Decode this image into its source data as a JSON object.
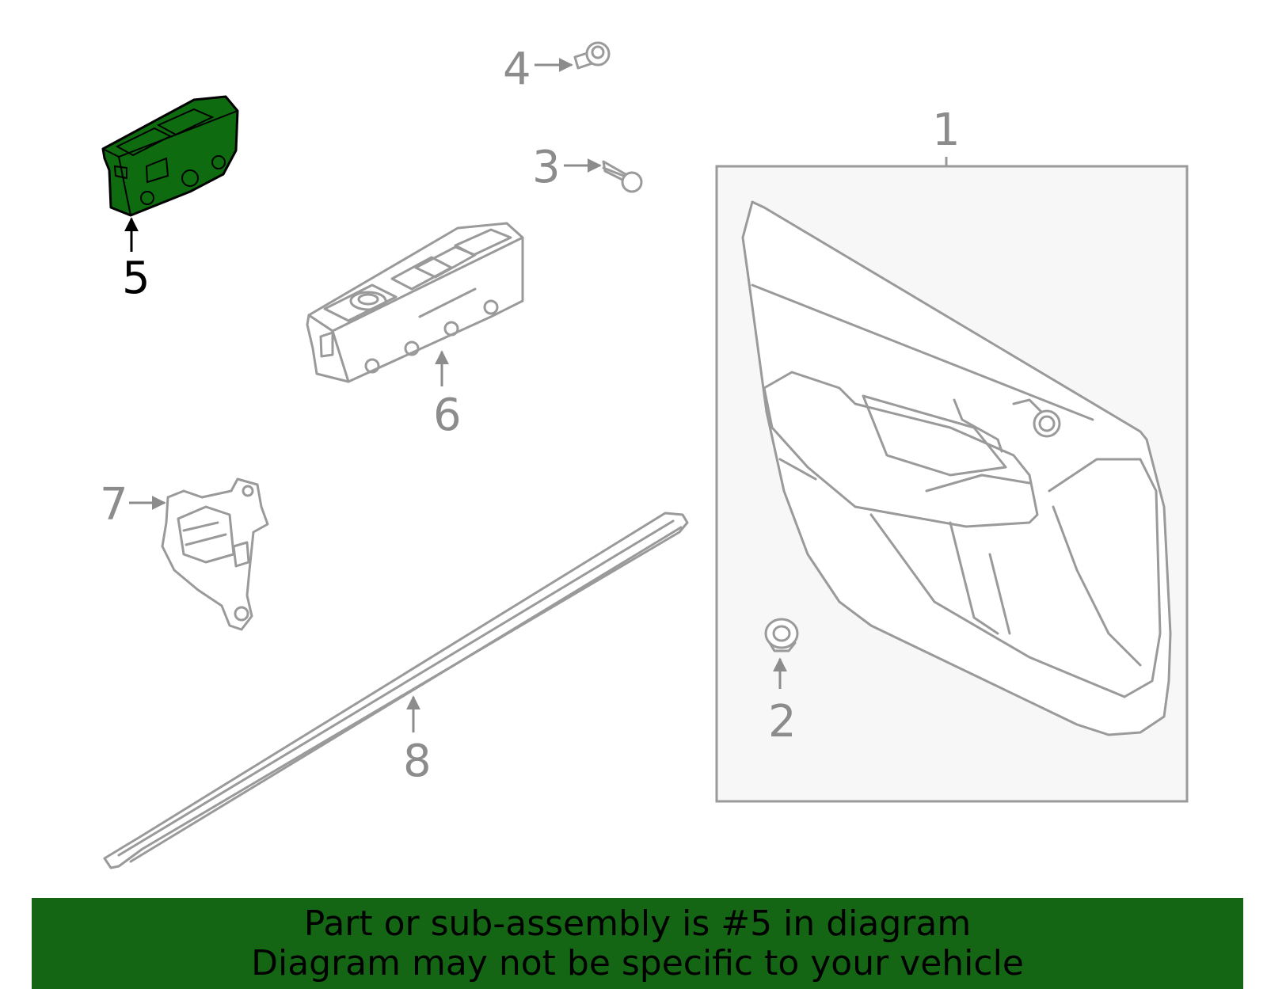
{
  "diagram": {
    "callouts": [
      "1",
      "2",
      "3",
      "4",
      "5",
      "6",
      "7",
      "8"
    ],
    "highlighted_part": "5",
    "colors": {
      "highlight_fill": "#0f6b0f",
      "parts_stroke": "#9a9a9a",
      "callout_text": "#8c8c8c",
      "assembly_box_fill": "#f7f7f7",
      "banner_background": "#146614"
    }
  },
  "banner": {
    "line1": "Part or sub-assembly is #5 in diagram",
    "line2": "Diagram may not be specific to your vehicle"
  }
}
